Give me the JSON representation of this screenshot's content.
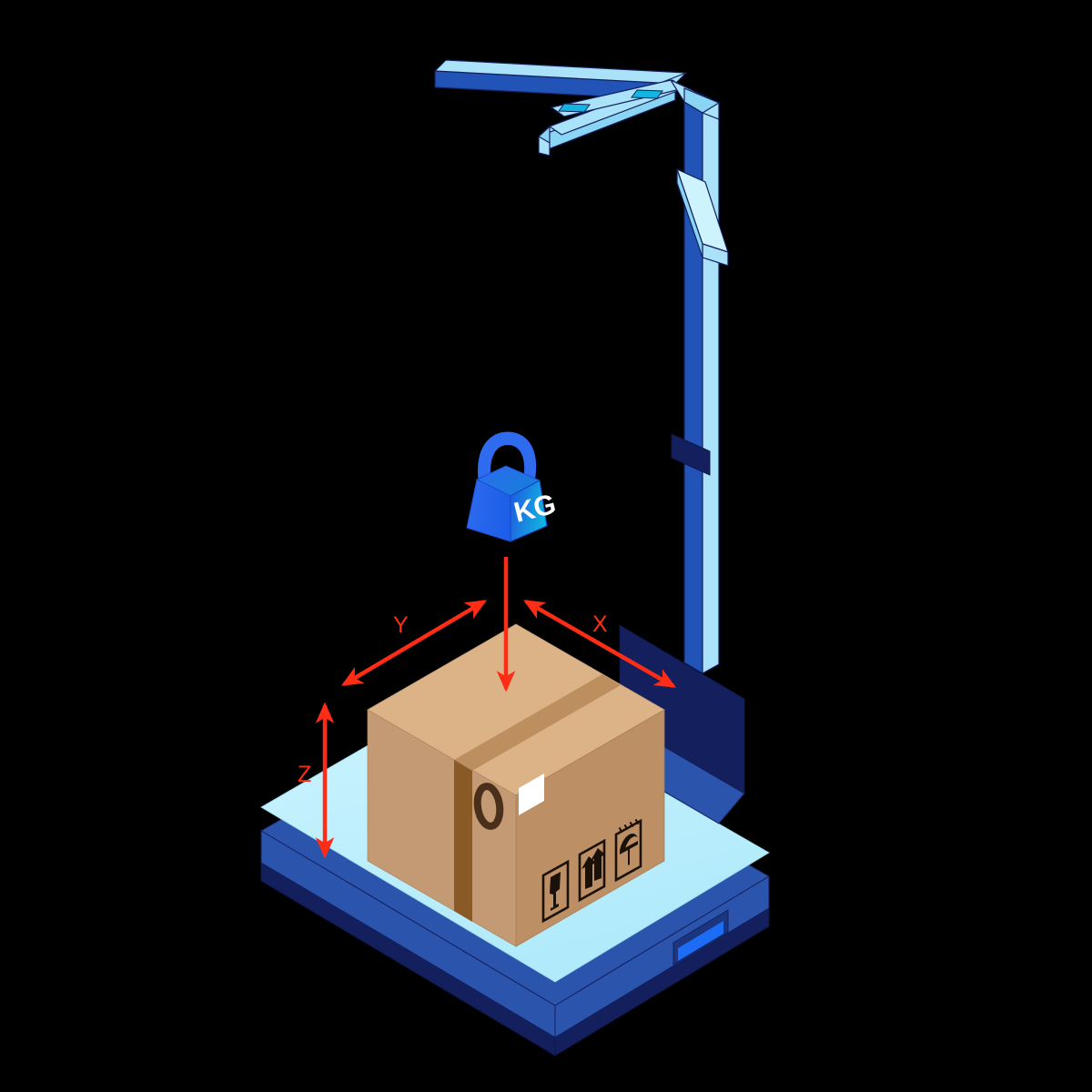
{
  "illustration": {
    "title": "Isometric parcel weighing and dimensioning station",
    "background_color": "#000000"
  },
  "dimension_annotations": {
    "color": "#ff2d16",
    "axes": [
      {
        "key": "y",
        "label": "Y",
        "name": "width-axis"
      },
      {
        "key": "x",
        "label": "X",
        "name": "length-axis"
      },
      {
        "key": "z",
        "label": "Z",
        "name": "height-axis"
      }
    ]
  },
  "weight_icon": {
    "name": "kg-weight",
    "label": "KG",
    "body_color_light": "#2563eb",
    "body_color_dark": "#1d4ed8",
    "accent_color": "#0ea5e9",
    "handle_color": "#2f6bee"
  },
  "parcel": {
    "name": "cardboard-box",
    "top_color": "#dcb287",
    "left_color": "#c39a74",
    "right_color": "#bd8f64",
    "tape_top_color": "#bd8f5f",
    "tape_edge_color": "#8a5a26",
    "label_color": "#ffffff",
    "hole_color": "#4a2f1a",
    "symbols": [
      {
        "name": "fragile-icon",
        "label": "Fragile"
      },
      {
        "name": "this-side-up-icon",
        "label": "This side up"
      },
      {
        "name": "keep-dry-icon",
        "label": "Keep dry"
      }
    ]
  },
  "scale_platform": {
    "name": "weighing-platform",
    "top_color": "#b6ecfb",
    "top_highlight_color": "#ccf3fd",
    "front_color": "#2b54ad",
    "side_color": "#2b54ad",
    "base_color": "#14205e",
    "indicator_color": "#1d6cf5",
    "indicator_frame_color": "#1b357e"
  },
  "display_screen": {
    "name": "scale-display",
    "screen_color": "#14205e",
    "bezel_color": "#2b54ad"
  },
  "gantry": {
    "name": "scanner-gantry",
    "post_light_color": "#a9e2f9",
    "post_dark_color": "#2254b8",
    "arm_light_color": "#a9e2f9",
    "arm_mid_color": "#89d5f3",
    "arm_dark_color": "#2254b8",
    "arm_accent_color": "#13b5e0",
    "bracket_color": "#14205e",
    "accent_squares": 2
  }
}
